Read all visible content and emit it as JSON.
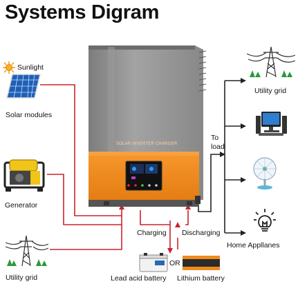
{
  "title": "Systems Digram",
  "inputs": {
    "sunlight": "Sunlight",
    "solar_modules": "Solar modules",
    "generator": "Generator",
    "utility_grid": "Utility grid"
  },
  "inverter": {
    "panel_text": "SOLAR INVERTER CHARGER"
  },
  "flow": {
    "charging": "Charging",
    "discharging": "Discharging",
    "or": "OR",
    "to_load": "To\nload"
  },
  "batteries": {
    "lead_acid": "Lead acid battery",
    "lithium": "Lithium battery"
  },
  "outputs": {
    "utility_grid": "Utility grid",
    "home_appliances": "Home Appllanes"
  },
  "colors": {
    "wire_red": "#c8232b",
    "wire_black": "#222222",
    "inverter_grey": "#8f8f8f",
    "inverter_orange": "#f08a1c"
  }
}
